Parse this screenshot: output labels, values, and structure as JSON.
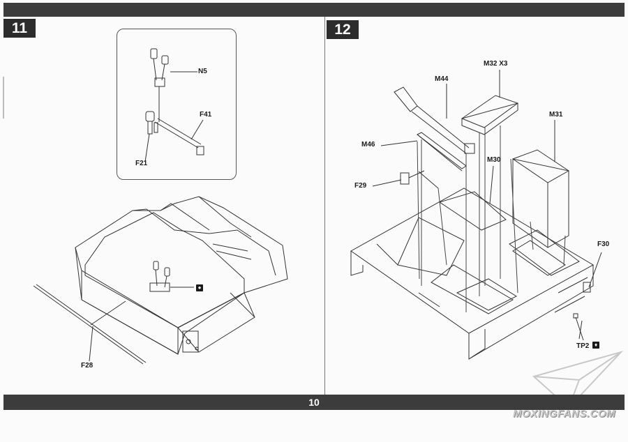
{
  "page_number": "10",
  "steps": [
    {
      "number": "11",
      "part_labels": {
        "n5": "N5",
        "f41": "F41",
        "f21": "F21",
        "f28": "F28"
      }
    },
    {
      "number": "12",
      "part_labels": {
        "m32": "M32 X3",
        "m44": "M44",
        "m31": "M31",
        "m46": "M46",
        "m30": "M30",
        "f29": "F29",
        "f30": "F30",
        "tp2": "TP2"
      }
    }
  ],
  "icons": {
    "cement_mark": "glue-mark-icon",
    "tp2_mark": "photo-etch-mark-icon"
  },
  "watermark": {
    "text": "MOXINGFANS.COM"
  },
  "colors": {
    "bar": "#3c3c3c",
    "badge": "#2c2c2c",
    "line": "#333333"
  }
}
